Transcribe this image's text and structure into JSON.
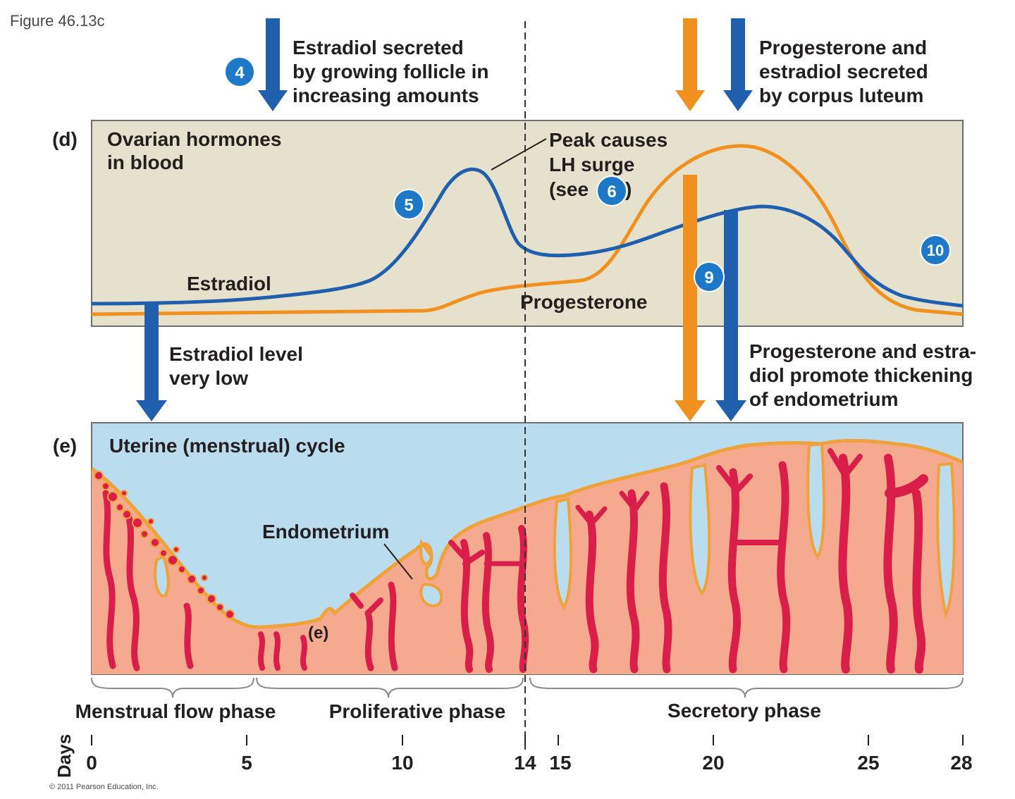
{
  "figure_label": "Figure 46.13c",
  "copyright": "© 2011 Pearson Education, Inc.",
  "colors": {
    "estradiol": "#1f5fae",
    "progesterone": "#f0901e",
    "panel_d_bg": "#e6e1cc",
    "panel_e_bg": "#b9dcee",
    "tissue": "#f5a98f",
    "vessel": "#d91e4a",
    "badge": "#1d78c8"
  },
  "top_annotations": {
    "estradiol_secreted": [
      "Estradiol secreted",
      "by growing follicle in",
      "increasing amounts"
    ],
    "corpus_luteum": [
      "Progesterone and",
      "estradiol secreted",
      "by corpus luteum"
    ]
  },
  "panel_d": {
    "letter": "(d)",
    "title": [
      "Ovarian hormones",
      "in blood"
    ],
    "peak_label": [
      "Peak causes",
      "LH surge"
    ],
    "see_prefix": "(see",
    "see_suffix": ")",
    "estradiol_label": "Estradiol",
    "progesterone_label": "Progesterone"
  },
  "middle_annotations": {
    "estradiol_low": [
      "Estradiol level",
      "very low"
    ],
    "thickening": [
      "Progesterone and estra-",
      "diol promote thickening",
      "of endometrium"
    ]
  },
  "panel_e": {
    "letter": "(e)",
    "title": "Uterine (menstrual) cycle",
    "endometrium_label": "Endometrium",
    "e_marker": "(e)"
  },
  "badges": [
    "4",
    "5",
    "6",
    "9",
    "10"
  ],
  "phases": [
    "Menstrual flow phase",
    "Proliferative phase",
    "Secretory phase"
  ],
  "days": {
    "label": "Days",
    "ticks": [
      "0",
      "5",
      "10",
      "14",
      "15",
      "20",
      "25",
      "28"
    ]
  }
}
